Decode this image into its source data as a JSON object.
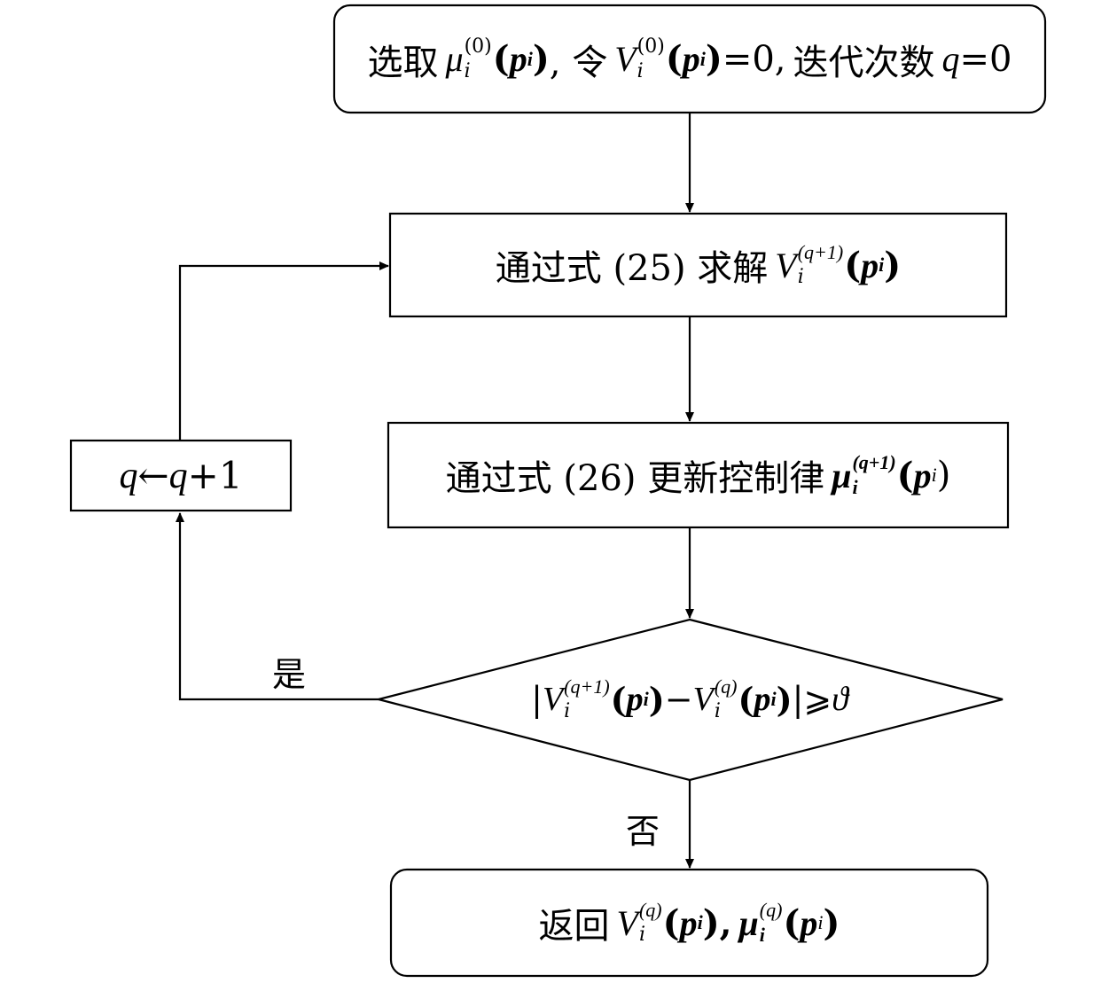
{
  "nodes": {
    "start": {
      "prefix": "选取",
      "mu": "μ",
      "sub_i": "i",
      "sup_0": "(0)",
      "arg_open": "(",
      "p": "p",
      "arg_close": ")",
      "comma_ling": ", 令",
      "V": "V",
      "eq_zero": "=0,",
      "iter_text": "迭代次数",
      "q": "q",
      "q_eq_zero": "=0"
    },
    "solve": {
      "prefix": "通过式 (25) 求解",
      "V": "V",
      "sub_i": "i",
      "sup": "(q+1)",
      "arg_open": "(",
      "p": "p",
      "arg_close": ")"
    },
    "update": {
      "prefix": "通过式 (26) 更新控制律",
      "mu": "μ",
      "sub_i": "i",
      "sup": "(q+1)",
      "arg_open": "(",
      "p": "p",
      "arg_close": ")"
    },
    "increment": {
      "q1": "q",
      "arrow": "←",
      "q2": "q",
      "plus_one": "+1"
    },
    "decision": {
      "bar_open": "|",
      "V1": "V",
      "sub_i": "i",
      "sup1": "(q+1)",
      "arg_open": "(",
      "p": "p",
      "arg_close": ")",
      "minus": "−",
      "V2": "V",
      "sup2": "(q)",
      "bar_close": "|",
      "geq": "⩾",
      "theta": "ϑ"
    },
    "end": {
      "prefix": "返回",
      "V": "V",
      "sub_i": "i",
      "sup": "(q)",
      "arg_open": "(",
      "p": "p",
      "arg_close": "),",
      "mu": "μ",
      "arg_close2": ")"
    }
  },
  "edge_labels": {
    "yes": "是",
    "no": "否"
  }
}
